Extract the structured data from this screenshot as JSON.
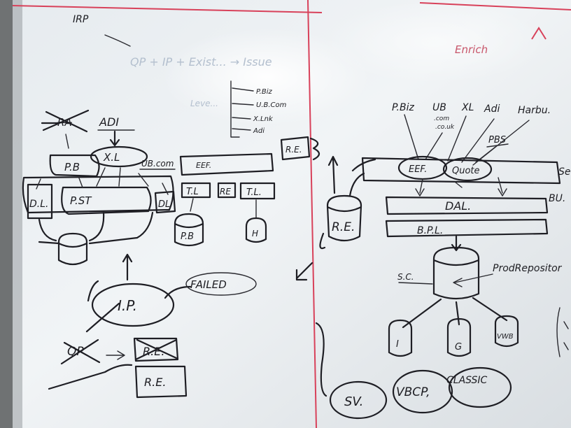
{
  "board": {
    "title": "IRP",
    "left": {
      "top_crossed": "RA",
      "adi": "ADI",
      "xl": "X.L",
      "pb": "P.B",
      "ubcom": "UB.com",
      "eef": "EEF.",
      "dl_left": "D.L.",
      "pst": "P.ST",
      "dl_right": "DL",
      "tl1": "T.L",
      "re_small": "RE",
      "tl2": "T.L.",
      "pb_db": "P.B",
      "h_db": "H",
      "ip": "I.P.",
      "failed": "FAILED",
      "qp": "QP",
      "re_crossed": "R.E.",
      "re_bottom": "R.E."
    },
    "faint": {
      "top_line": "QP + IP + Exist... → Issue",
      "left_note": "Leve..."
    },
    "center": {
      "list": [
        "P.Biz",
        "U.B.Com",
        "X.Lnk",
        "Adi"
      ],
      "re_box": "R.E."
    },
    "right": {
      "top_labels": [
        "P.Biz",
        "UB",
        "XL",
        "Adi",
        "Harbu."
      ],
      "sub_labels": [
        ".com",
        ".co.uk"
      ],
      "enrich": "Enrich",
      "pbs": "PBS",
      "eef": "EEF.",
      "quote": "Quote",
      "dal": "DAL.",
      "bpl": "B.P.L.",
      "bu": "BU.",
      "se": "Se",
      "re_db": "R.E.",
      "sc": "S.C.",
      "prod_repo": "ProdRepositor",
      "db_i": "I",
      "db_g": "G",
      "db_vwb": "VWB",
      "sv": "SV.",
      "vbcp": "VBCP,",
      "classic": "CLASSIC"
    }
  }
}
